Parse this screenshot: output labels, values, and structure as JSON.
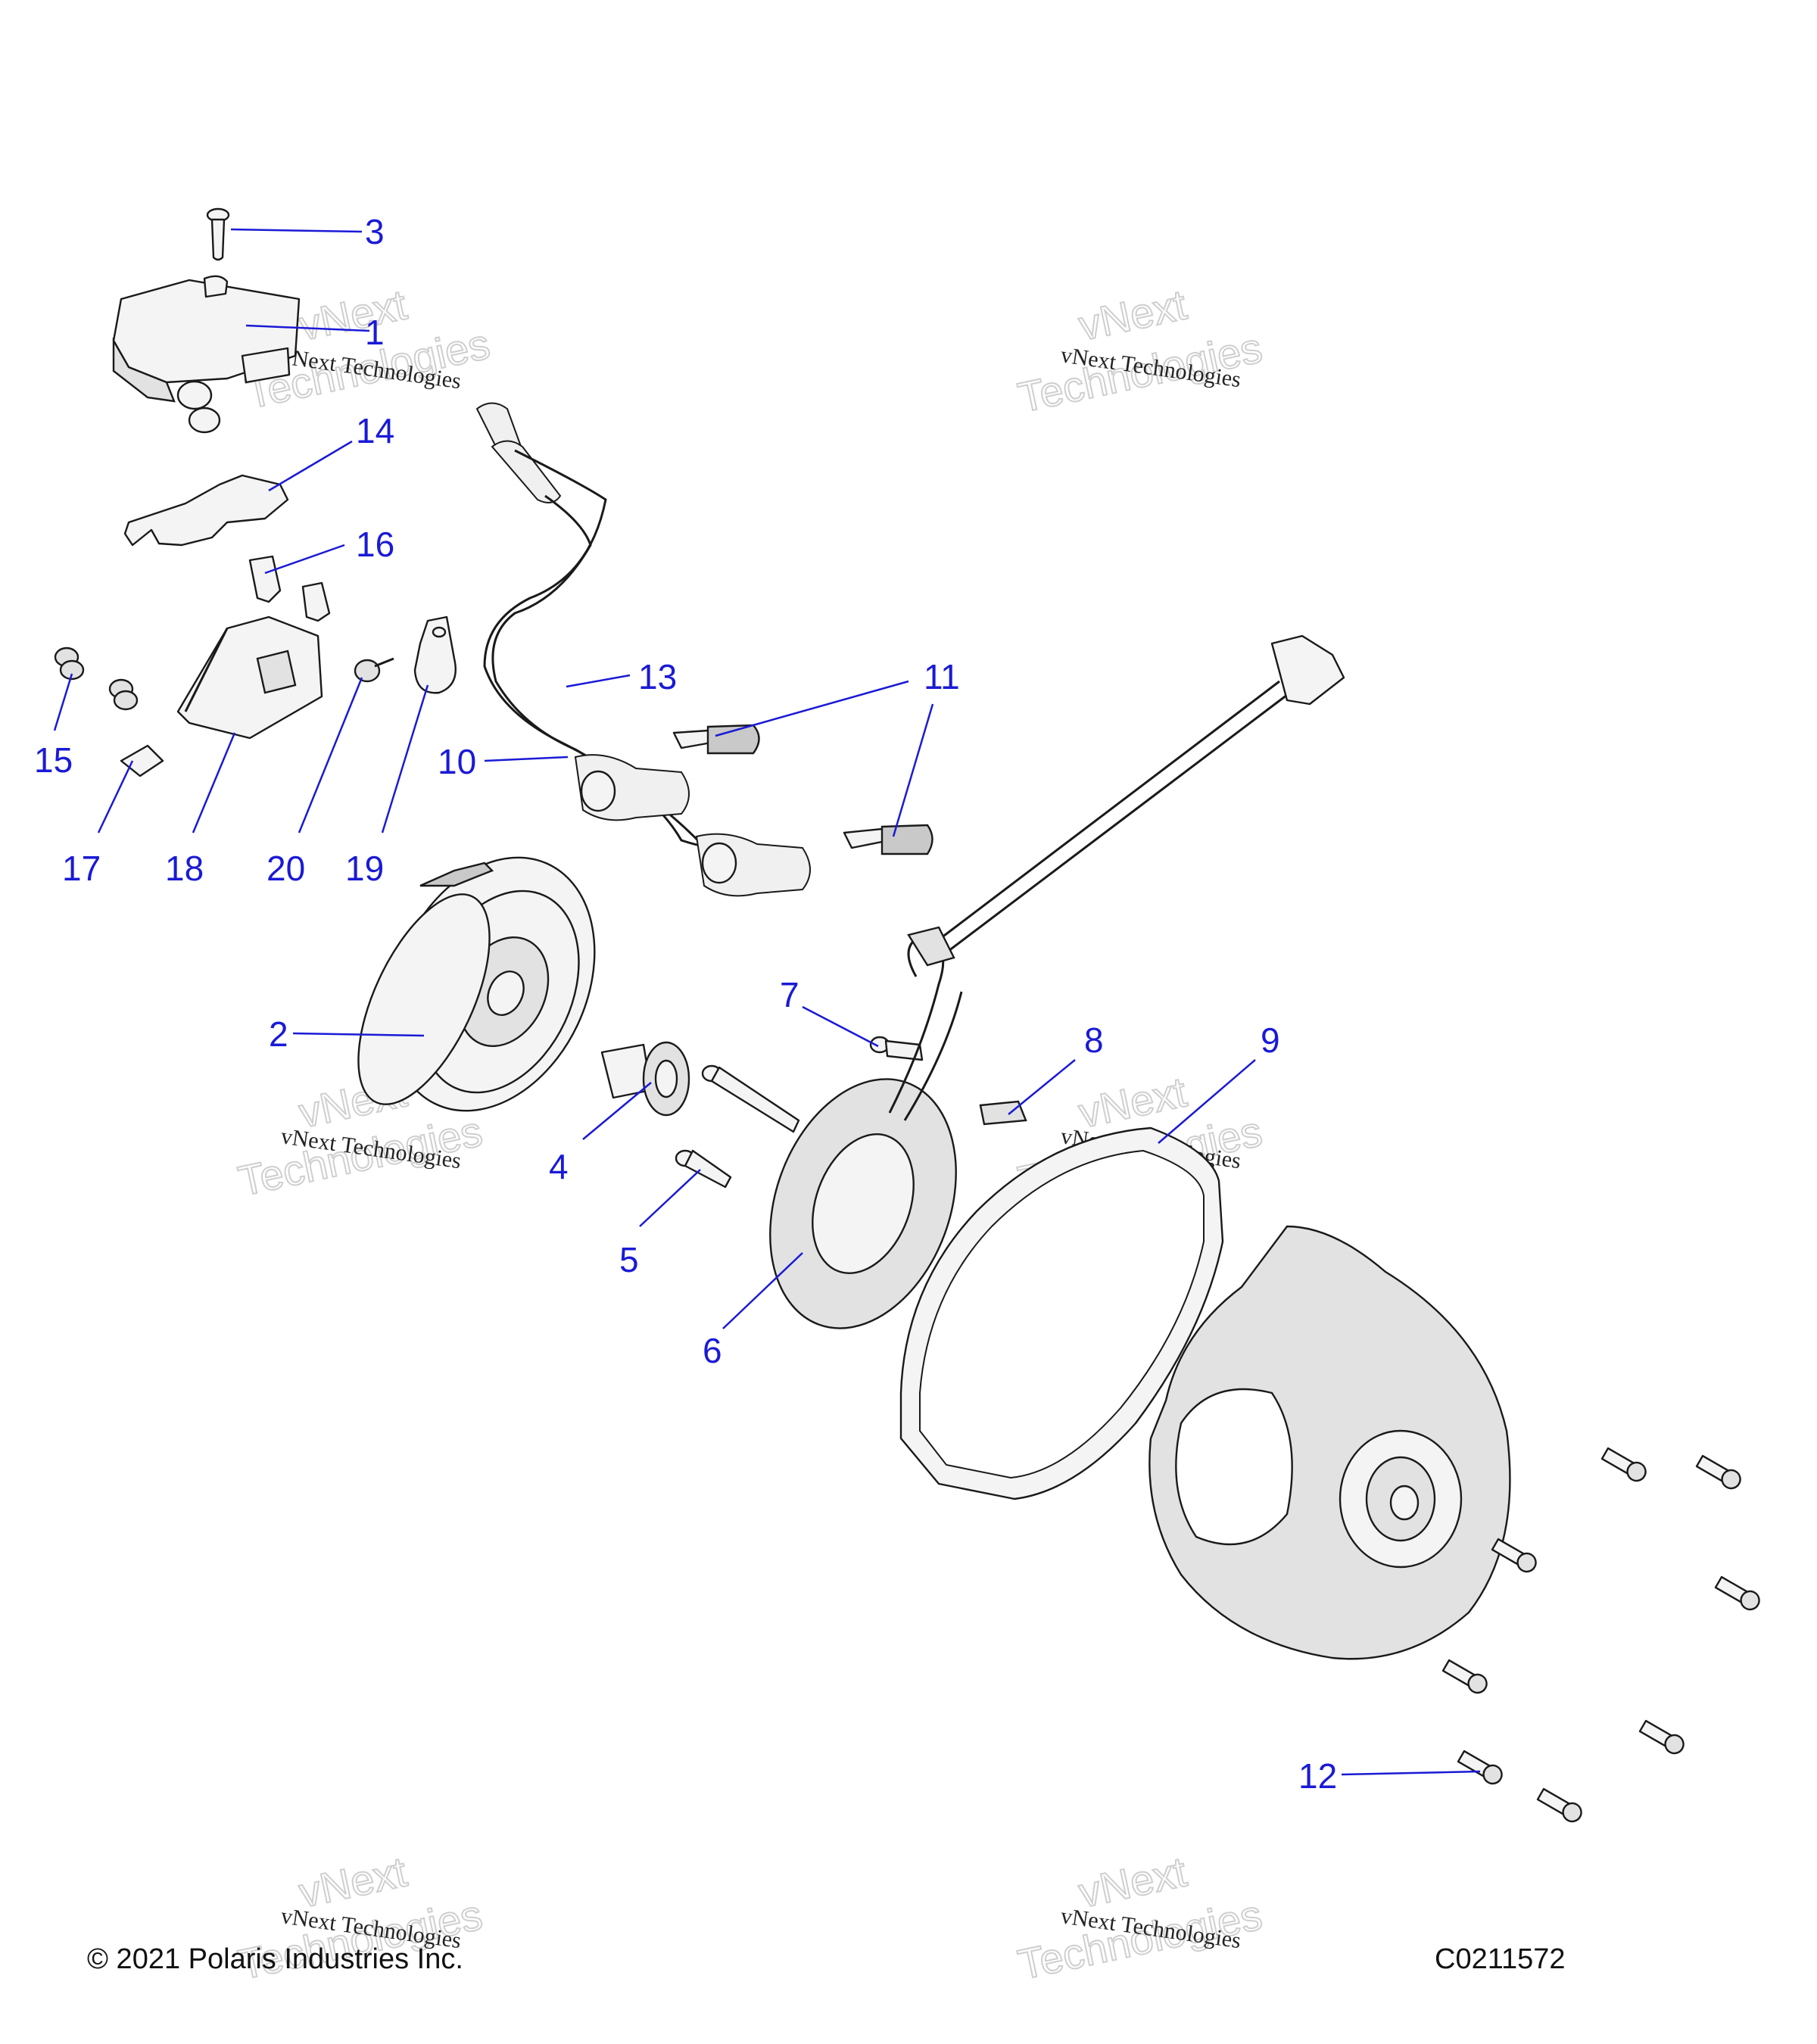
{
  "callouts": {
    "c1": "1",
    "c2": "2",
    "c3": "3",
    "c4": "4",
    "c5": "5",
    "c6": "6",
    "c7": "7",
    "c8": "8",
    "c9": "9",
    "c10": "10",
    "c11": "11",
    "c12": "12",
    "c13": "13",
    "c14": "14",
    "c15": "15",
    "c16": "16",
    "c17": "17",
    "c18": "18",
    "c19": "19",
    "c20": "20"
  },
  "footer": {
    "copyright": "© 2021 Polaris Industries Inc.",
    "code": "C0211572"
  },
  "watermark": {
    "line1": "vNext Technologies",
    "line2": "vNext",
    "line3": "Technologies"
  },
  "colors": {
    "callout": "#1a1ad6",
    "line_art": "#1a1a1a",
    "watermark": "#cfcfcf"
  }
}
